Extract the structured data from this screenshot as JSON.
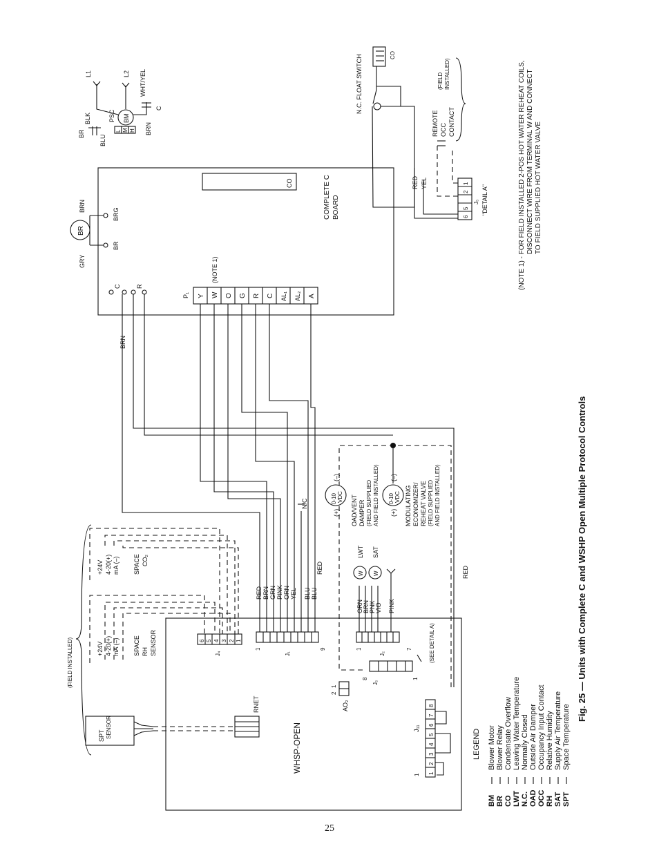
{
  "caption": "Fig. 25 — Units with Complete C and WSHP Open Multiple Protocol Controls",
  "page_number": "25",
  "boards": {
    "complete_c_board": "COMPLETE C BOARD",
    "complete_c_line1": "COMPLETE C",
    "complete_c_line2": "BOARD",
    "co": "CO",
    "p1": "P₁",
    "note1_ref": "(NOTE 1)",
    "p1_pins": [
      "Y",
      "W",
      "O",
      "G",
      "R",
      "C",
      "AL₁",
      "AL₂",
      "A"
    ],
    "c_terminal": "C",
    "r_terminal": "R",
    "br_label": "BR",
    "brg_label": "BRG",
    "whsp_open": "WHSP-OPEN",
    "rnet": "RNET",
    "j11": "J₁₁",
    "j11_pins": [
      "1",
      "2",
      "3",
      "4",
      "5",
      "6",
      "7",
      "8"
    ],
    "j11_start": "1",
    "ao2": "AO₂",
    "ao2_pins": [
      "2",
      "1"
    ],
    "j5": "J₅",
    "j5_8": "8",
    "j5_1": "1",
    "see_detail": "(SEE DETAIL A)",
    "j2": "J₂",
    "j2_1": "1",
    "j2_7": "7",
    "j1": "J₁",
    "j1_1": "1",
    "j1_9": "9",
    "j4": "J₄",
    "j4_pins": [
      "6",
      "5",
      "4",
      "3",
      "2",
      "1"
    ]
  },
  "wires": {
    "gry": "GRY",
    "brn_top": "BRN",
    "br_relay": "BR",
    "brn": "BRN",
    "red_bottom": "RED",
    "red_mid": "RED",
    "nc": "N/C",
    "j1_wires": [
      "RED",
      "BRN",
      "GRN",
      "PINK",
      "ORN",
      "YEL",
      "BLU",
      "BLU"
    ],
    "j2_wires": [
      "ORN",
      "BRN",
      "PNK",
      "VIO",
      "PINK"
    ]
  },
  "motor": {
    "br": "BR",
    "blk": "BLK",
    "blu": "BLU",
    "psc": "PSC",
    "bm": "BM",
    "pins": [
      "L",
      "M",
      "H"
    ],
    "brn": "BRN",
    "l1": "L1",
    "l2": "L2",
    "wht_yel": "WHT/YEL",
    "c": "C"
  },
  "detail_a": {
    "float_switch": "N.C. FLOAT SWITCH",
    "co": "CO",
    "red": "RED",
    "yel": "YEL",
    "field_installed_1": "(FIELD",
    "field_installed_2": "INSTALLED)",
    "remote": "REMOTE",
    "occ": "OCC",
    "contact": "CONTACT",
    "pins": [
      "6",
      "5",
      "2",
      "1"
    ],
    "j5": "J₅",
    "detail_label": "\"DETAIL A\""
  },
  "note": {
    "line1": "(NOTE 1) -  FOR FIELD INSTALLED 2-POS HOT WATER REHEAT COILS,",
    "line2": "DISCONNECT WIRE FROM TERMINAL W AND CONNECT",
    "line3": "TO FIELD SUPPLIED HOT WATER VALVE"
  },
  "sensors": {
    "field_installed": "(FIELD INSTALLED)",
    "spt": "SPT",
    "spt_sensor": "SENSOR",
    "rh_24v": "+24V",
    "rh_420": "4-20(+)",
    "rh_ma": "mA (–)",
    "rh_l1": "SPACE",
    "rh_l2": "RH",
    "rh_l3": "SENSOR",
    "co2_24v": "+24V",
    "co2_420": "4-20(+)",
    "co2_ma": "mA (–)",
    "co2_l1": "SPACE",
    "co2_l2": "CO₂",
    "lwt": "LWT",
    "sat": "SAT"
  },
  "actuators": {
    "oad_minus": "(–)",
    "oad_plus": "(+)",
    "oad_vdc1": "0-10",
    "oad_vdc2": "VDC",
    "oad_l1": "OAD/VENT",
    "oad_l2": "DAMPER",
    "oad_l3": "(FIELD SUPPLIED",
    "oad_l4": "AND FIELD INSTALLED)",
    "mod_minus": "(–)",
    "mod_plus": "(+)",
    "mod_vdc1": "0-10",
    "mod_vdc2": "VDC",
    "mod_l1": "MODULATING",
    "mod_l2": "ECONOMIZER/",
    "mod_l3": "REHEAT VALVE",
    "mod_l4": "(FIELD SUPPLIED",
    "mod_l5": "AND FIELD INSTALLED)"
  },
  "legend": {
    "title": "LEGEND",
    "items": [
      {
        "abbr": "BM",
        "desc": "Blower Motor"
      },
      {
        "abbr": "BR",
        "desc": "Blower Relay"
      },
      {
        "abbr": "CO",
        "desc": "Condensate Overflow"
      },
      {
        "abbr": "LWT",
        "desc": "Leaving Water Temperature"
      },
      {
        "abbr": "N.C.",
        "desc": "Normally Closed"
      },
      {
        "abbr": "OAD",
        "desc": "Outside Air Damper"
      },
      {
        "abbr": "OCC",
        "desc": "Occupancy Input Contact"
      },
      {
        "abbr": "RH",
        "desc": "Relative Humidity"
      },
      {
        "abbr": "SAT",
        "desc": "Supply Air Temperature"
      },
      {
        "abbr": "SPT",
        "desc": "Space Temperature"
      }
    ]
  }
}
